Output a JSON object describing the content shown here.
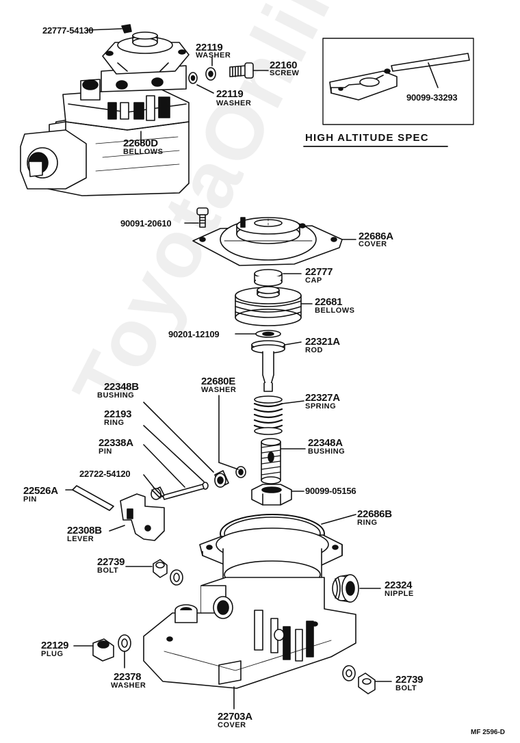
{
  "watermark": "ToyotaOnline.ru",
  "inset_title": "HIGH ALTITUDE SPEC",
  "footer": "MF 2596-D",
  "parts": {
    "p22777_54130": {
      "num": "22777-54130"
    },
    "p22119_top": {
      "num": "22119",
      "name": "WASHER"
    },
    "p22160": {
      "num": "22160",
      "name": "SCREW"
    },
    "p22119_bot": {
      "num": "22119",
      "name": "WASHER"
    },
    "p22680D": {
      "num": "22680D",
      "name": "BELLOWS"
    },
    "p90099_33293": {
      "num": "90099-33293"
    },
    "p90091_20610": {
      "num": "90091-20610"
    },
    "p22686A": {
      "num": "22686A",
      "name": "COVER"
    },
    "p22777": {
      "num": "22777",
      "name": "CAP"
    },
    "p22681": {
      "num": "22681",
      "name": "BELLOWS"
    },
    "p90201_12109": {
      "num": "90201-12109"
    },
    "p22321A": {
      "num": "22321A",
      "name": "ROD"
    },
    "p22348B": {
      "num": "22348B",
      "name": "BUSHING"
    },
    "p22680E": {
      "num": "22680E",
      "name": "WASHER"
    },
    "p22327A": {
      "num": "22327A",
      "name": "SPRING"
    },
    "p22193": {
      "num": "22193",
      "name": "RING"
    },
    "p22338A": {
      "num": "22338A",
      "name": "PIN"
    },
    "p22348A": {
      "num": "22348A",
      "name": "BUSHING"
    },
    "p22722_54120": {
      "num": "22722-54120"
    },
    "p22526A": {
      "num": "22526A",
      "name": "PIN"
    },
    "p90099_05156": {
      "num": "90099-05156"
    },
    "p22686B": {
      "num": "22686B",
      "name": "RING"
    },
    "p22308B": {
      "num": "22308B",
      "name": "LEVER"
    },
    "p22739_top": {
      "num": "22739",
      "name": "BOLT"
    },
    "p22324": {
      "num": "22324",
      "name": "NIPPLE"
    },
    "p22129": {
      "num": "22129",
      "name": "PLUG"
    },
    "p22378": {
      "num": "22378",
      "name": "WASHER"
    },
    "p22739_bot": {
      "num": "22739",
      "name": "BOLT"
    },
    "p22703A": {
      "num": "22703A",
      "name": "COVER"
    }
  }
}
